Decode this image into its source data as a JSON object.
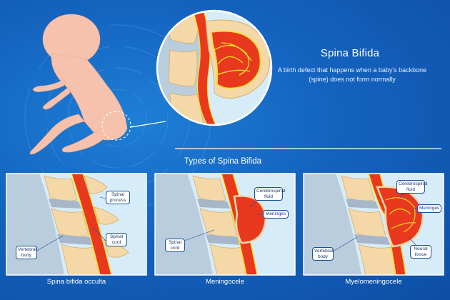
{
  "header": {
    "title": "Spina Bifida",
    "subtitle": "A birth defect that happens when a baby's backbone (spine) does not form normally"
  },
  "section": {
    "title": "Types of Spina Bifida"
  },
  "panels": [
    {
      "caption": "Spina bifida occulta",
      "labels": {
        "spinal_process": "Spinal process",
        "spinal_cord": "Spinal cord",
        "vertebral_body": "Vertebral body"
      }
    },
    {
      "caption": "Meningocele",
      "labels": {
        "cerebrospinal_fluid": "Cerebrospinal fluid",
        "meninges": "Meninges",
        "spinal_cord": "Spinal cord"
      }
    },
    {
      "caption": "Myelomeningocele",
      "labels": {
        "cerebrospinal_fluid": "Cerebrospinal fluid",
        "meninges": "Meninges",
        "vertebral_body": "Vertebral body",
        "neural_tissue": "Neural tissue"
      }
    }
  ],
  "colors": {
    "background": "#1565c0",
    "fetus_skin": "#f6c2ad",
    "spinal_cord": "#e8391f",
    "bone": "#f4d8a8",
    "disc": "#a7b6c8",
    "nerve": "#ffe11a",
    "panel_bg": "#d6ecf9"
  }
}
